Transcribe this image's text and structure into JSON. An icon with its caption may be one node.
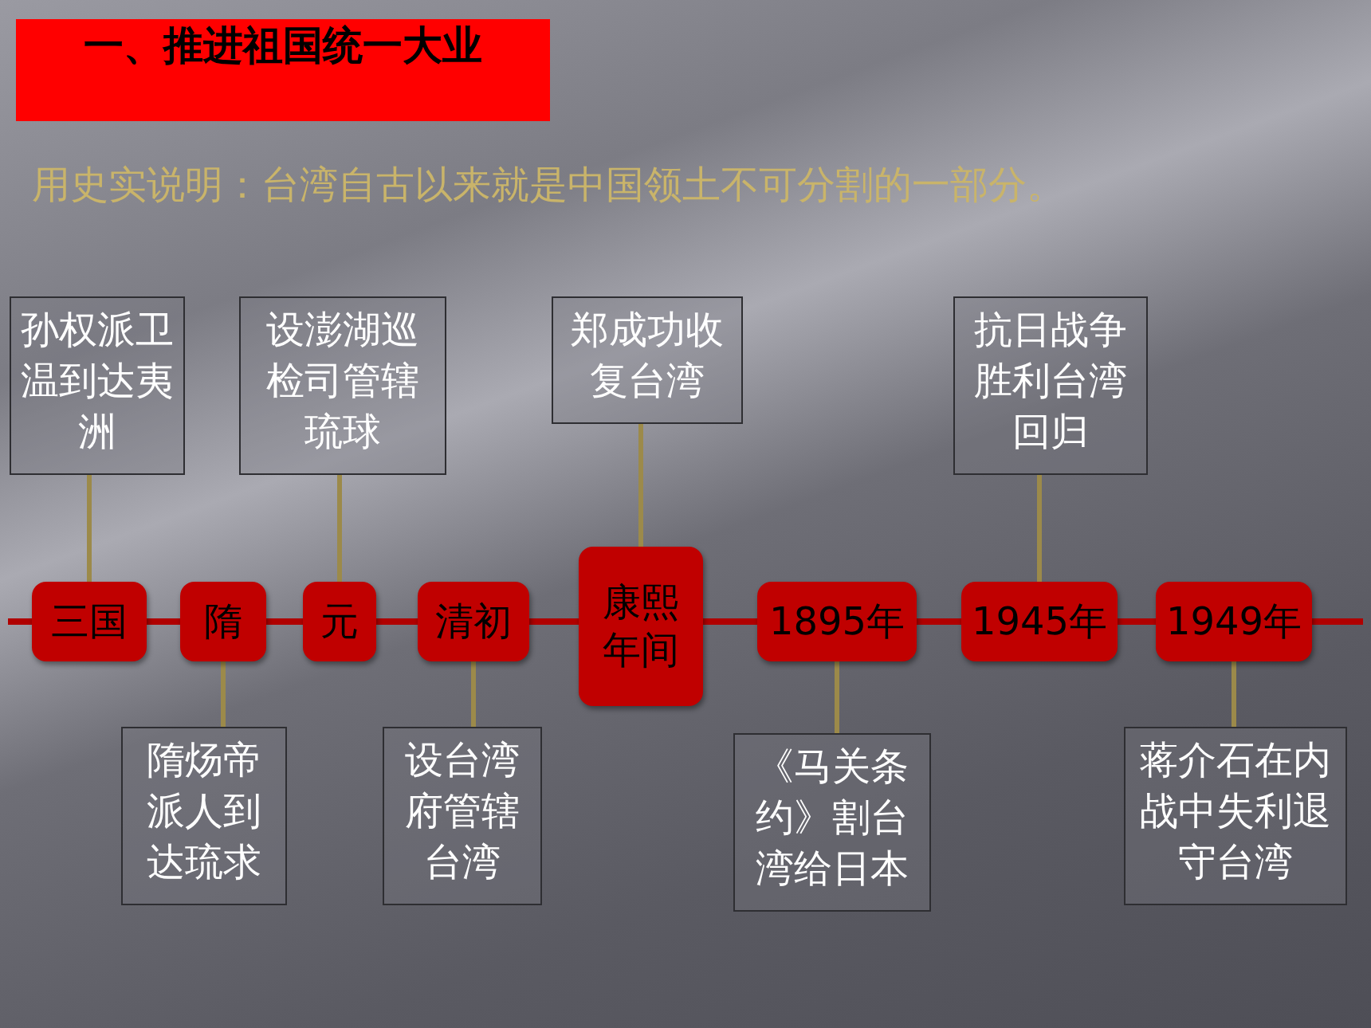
{
  "diagram": {
    "title": "一、推进祖国统一大业",
    "nodes": [
      {
        "text": [
          "孙权派卫温到达夷洲"
        ]
      },
      {
        "text": [
          "设澎湖巡检司管辖琉球"
        ]
      },
      {
        "text": [
          "郑成功收复台湾"
        ]
      },
      {
        "text": [
          "抗日战争胜利台湾回归"
        ]
      },
      {
        "text": [
          "三国"
        ]
      },
      {
        "text": [
          "隋"
        ]
      },
      {
        "text": [
          "元"
        ]
      },
      {
        "text": [
          "清初"
        ]
      },
      {
        "text": [
          "康熙年间"
        ]
      },
      {
        "text": [
          "1895年"
        ]
      },
      {
        "text": [
          "1945年"
        ]
      },
      {
        "text": [
          "1949年"
        ]
      },
      {
        "text": [
          "隋炀帝派人到达琉求"
        ]
      },
      {
        "text": [
          "设台湾府管辖台湾"
        ]
      },
      {
        "text": [
          "《马关条约》割台湾给日本"
        ]
      },
      {
        "text": [
          "蒋介石在内战中失利退守台湾"
        ]
      }
    ],
    "edges": [
      {
        "from": 0,
        "to": 4,
        "arrow": "none"
      },
      {
        "from": 1,
        "to": 6,
        "arrow": "none"
      },
      {
        "from": 2,
        "to": 8,
        "arrow": "none"
      },
      {
        "from": 3,
        "to": 10,
        "arrow": "none"
      },
      {
        "from": 5,
        "to": 12,
        "arrow": "none"
      },
      {
        "from": 7,
        "to": 13,
        "arrow": "none"
      },
      {
        "from": 9,
        "to": 14,
        "arrow": "none"
      },
      {
        "from": 11,
        "to": 15,
        "arrow": "none"
      }
    ],
    "labels": [
      "用史实说明：台湾自古以来就是中国领土不可分割的一部分。"
    ]
  }
}
